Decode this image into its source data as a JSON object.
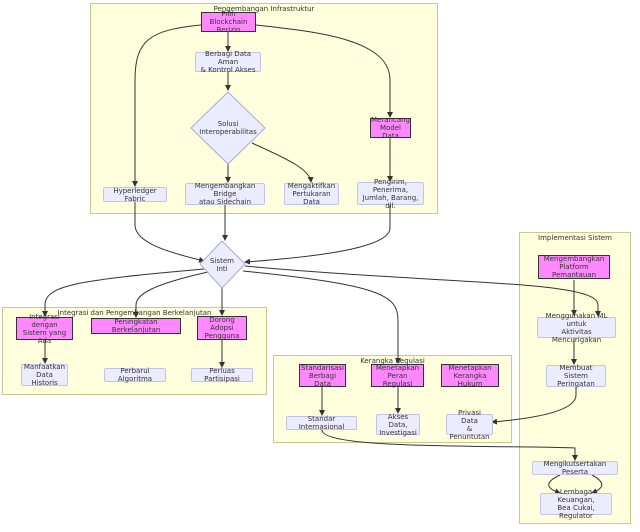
{
  "clusters": {
    "infra": "Pengembangan Infrastruktur",
    "impl": "Implementasi Sistem",
    "integrasi": "Integrasi dan Pengembangan Berkelanjutan",
    "regulasi": "Kerangka Regulasi"
  },
  "nodes": {
    "pilih": "Pilih Blockchain\nBerizin",
    "berbagi": "Berbagi Data Aman\n& Kontrol Akses",
    "solusi": "Solusi\nInteroperabilitas",
    "merancang": "Merancang\nModel Data",
    "hyperledger": "Hyperledger Fabric",
    "bridge": "Mengembangkan Bridge\natau Sidechain",
    "pertukaran": "Mengaktifkan\nPertukaran Data",
    "pengirim": "Pengirim, Penerima,\nJumlah, Barang, dll.",
    "sistem": "Sistem\nInti",
    "platform": "Mengembangkan\nPlatform Pemantauan",
    "ml": "Menggunakan ML untuk\nAktivitas Mencurigakan",
    "peringatan": "Membuat\nSistem Peringatan",
    "integrasi_ada": "Integrasi dengan\nSistem yang Ada",
    "peningkatan": "Peningkatan Berkelanjutan",
    "dorong": "Dorong Adopsi\nPengguna",
    "manfaatkan": "Manfaatkan\nData Historis",
    "perbarui": "Perbarui Algoritma",
    "perluas": "Perluas Partisipasi",
    "standarisasi": "Standarisasi\nBerbagi Data",
    "peran": "Menetapkan\nPeran Regulasi",
    "kerangka": "Menetapkan\nKerangka Hukum",
    "standar": "Standar Internasional",
    "akses": "Akses Data,\nInvestigasi",
    "privasi": "Privasi Data\n& Penuntutan",
    "ikutsertakan": "Mengikutsertakan Peserta",
    "lembaga": "Lembaga Keuangan,\nBea Cukai, Regulator"
  },
  "colors": {
    "cluster_fill": "#ffffde",
    "node_fill": "#ececff",
    "highlight_fill": "#ff88ff",
    "edge": "#333333"
  }
}
